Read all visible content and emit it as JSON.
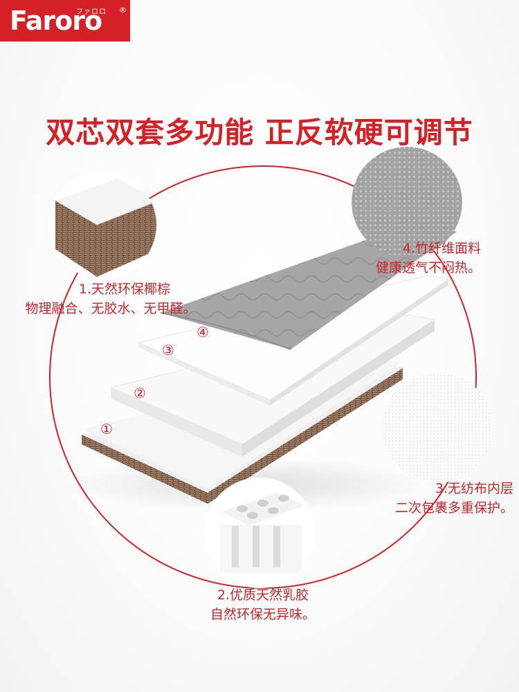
{
  "brand": {
    "logo_text": "Faroro",
    "logo_kana": "ファロロ",
    "registered_mark": "®"
  },
  "headline": "双芯双套多功能 正反软硬可调节",
  "layers": [
    {
      "marker": "①",
      "line1": "1.天然环保椰棕",
      "line2": "物理融合、无胶水、无甲醛。"
    },
    {
      "marker": "②",
      "line1": "2.优质天然乳胶",
      "line2": "自然环保无异味。"
    },
    {
      "marker": "③",
      "line1": "3.无纺布内层",
      "line2": "二次包裹多重保护。"
    },
    {
      "marker": "④",
      "line1": "4.竹纤维面料",
      "line2": "健康透气不闷热。"
    }
  ],
  "colors": {
    "accent": "#d52027",
    "fabric": "#a9a9a9",
    "coir": "#8a6c58"
  }
}
